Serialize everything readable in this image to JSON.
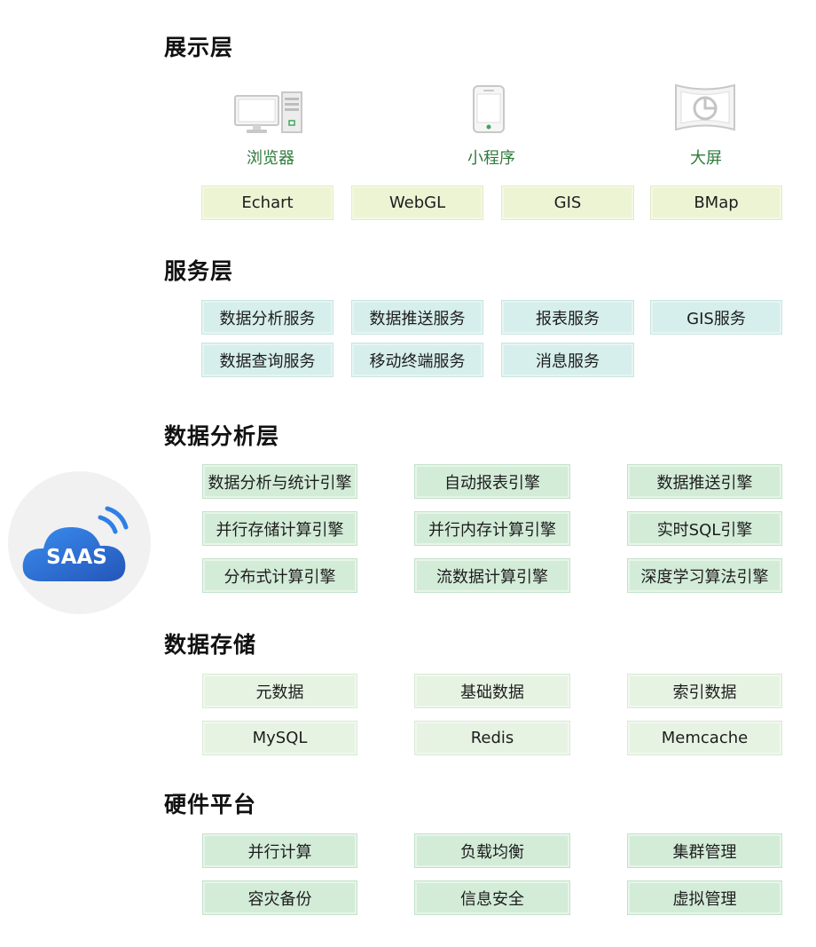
{
  "sections": {
    "presentation": {
      "title": "展示层"
    },
    "service": {
      "title": "服务层"
    },
    "analysis": {
      "title": "数据分析层"
    },
    "storage": {
      "title": "数据存储"
    },
    "hardware": {
      "title": "硬件平台"
    }
  },
  "devices": [
    {
      "label": "浏览器",
      "icon": "desktop-computer-icon"
    },
    {
      "label": "小程序",
      "icon": "mobile-phone-icon"
    },
    {
      "label": "大屏",
      "icon": "big-screen-icon"
    }
  ],
  "presentation_items": [
    "Echart",
    "WebGL",
    "GIS",
    "BMap"
  ],
  "service_items": [
    "数据分析服务",
    "数据推送服务",
    "报表服务",
    "GIS服务",
    "数据查询服务",
    "移动终端服务",
    "消息服务"
  ],
  "analysis_items": [
    "数据分析与统计引擎",
    "自动报表引擎",
    "数据推送引擎",
    "并行存储计算引擎",
    "并行内存计算引擎",
    "实时SQL引擎",
    "分布式计算引擎",
    "流数据计算引擎",
    "深度学习算法引擎"
  ],
  "storage_items": [
    "元数据",
    "基础数据",
    "索引数据",
    "MySQL",
    "Redis",
    "Memcache"
  ],
  "hardware_items": [
    "并行计算",
    "负载均衡",
    "集群管理",
    "容灾备份",
    "信息安全",
    "虚拟管理"
  ],
  "logo": {
    "text": "SAAS",
    "icon": "cloud-wifi-icon"
  },
  "colors": {
    "device_label": "#2f7a3c",
    "presentation_box": "#ecf4d4",
    "service_box": "#d6eeec",
    "analysis_box": "#d3ecd8",
    "storage_box": "#e6f3e3",
    "cloud_blue": "#2f6fd6"
  }
}
